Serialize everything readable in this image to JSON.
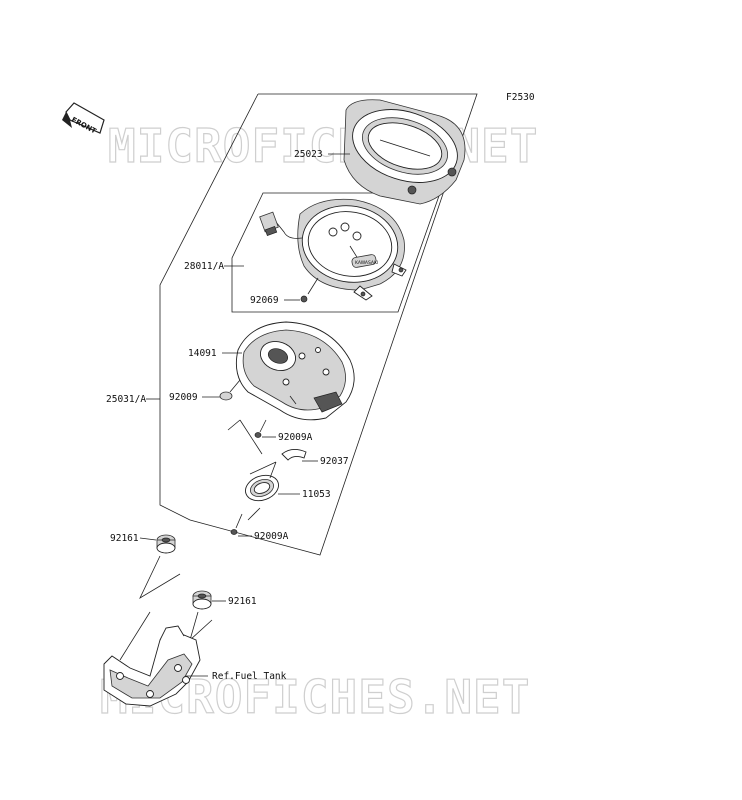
{
  "diagram": {
    "figure_code": "F2530",
    "front_label": "FRONT",
    "watermark_text": "MICROFICHES.NET",
    "parts": [
      {
        "label": "25023"
      },
      {
        "label": "28011/A"
      },
      {
        "label": "92069"
      },
      {
        "label": "14091"
      },
      {
        "label": "25031/A"
      },
      {
        "label": "92009"
      },
      {
        "label": "92009A"
      },
      {
        "label": "92037"
      },
      {
        "label": "11053"
      },
      {
        "label": "92009A"
      },
      {
        "label": "92161"
      },
      {
        "label": "92161"
      },
      {
        "label": "Ref.Fuel Tank"
      }
    ],
    "gauge_badge": "KAWASAKI"
  }
}
